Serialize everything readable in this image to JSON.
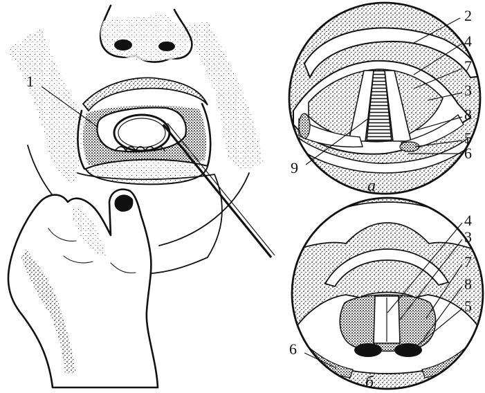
{
  "figure": {
    "main_callout": "1",
    "panel_a": {
      "caption": "а",
      "callouts": [
        "2",
        "4",
        "7",
        "3",
        "8",
        "5",
        "6",
        "9"
      ]
    },
    "panel_b": {
      "caption": "б",
      "callouts": [
        "4",
        "3",
        "7",
        "8",
        "5",
        "6"
      ]
    }
  }
}
